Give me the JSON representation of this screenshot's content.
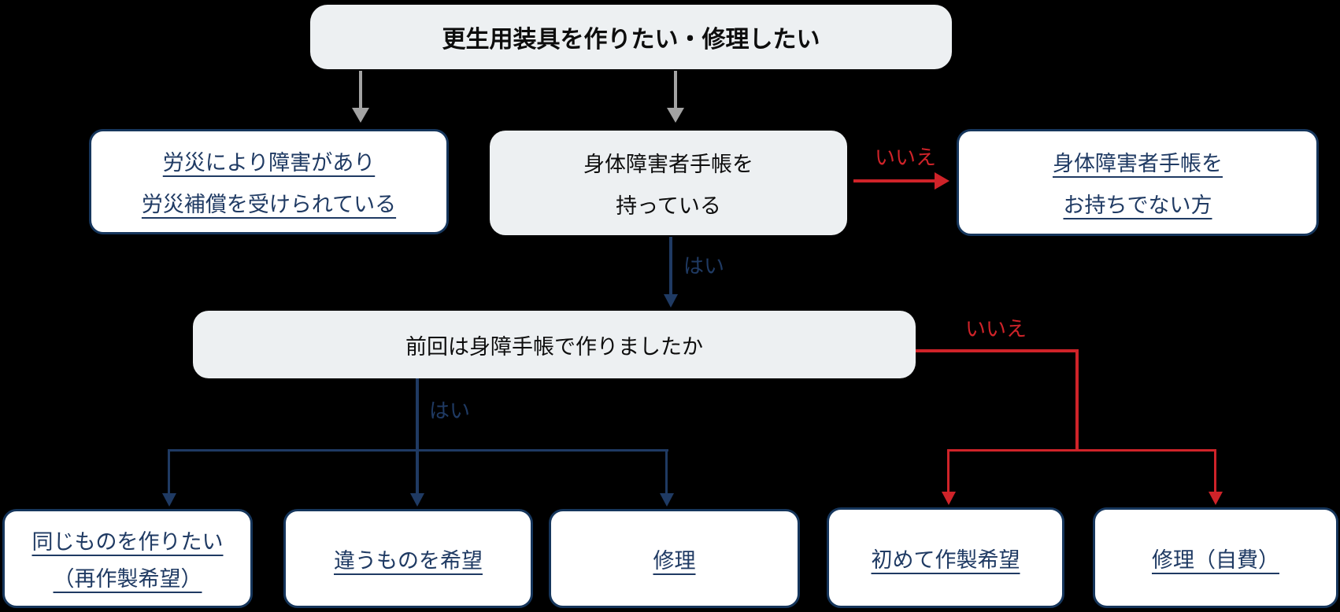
{
  "diagram_title": "更生用装具を作りたい・修理したい",
  "colors": {
    "navy": "#1f3a63",
    "red": "#cf2329",
    "gray_box_fill": "#edf0f2",
    "gray_arrow": "#a3a3a3",
    "link_border": "#16365c",
    "background": "#000000"
  },
  "nodes": {
    "start": {
      "label": "更生用装具を作りたい・修理したい"
    },
    "rosai": {
      "line1": "労災により障害があり",
      "line2": "労災補償を受けられている"
    },
    "techo": {
      "line1": "身体障害者手帳を",
      "line2": "持っている"
    },
    "no_techo": {
      "line1": "身体障害者手帳を",
      "line2": "お持ちでない方"
    },
    "previous": {
      "label": "前回は身障手帳で作りましたか"
    },
    "same": {
      "line1": "同じものを作りたい",
      "line2": "（再作製希望）"
    },
    "different": {
      "label": "違うものを希望"
    },
    "repair": {
      "label": "修理"
    },
    "first_time": {
      "label": "初めて作製希望"
    },
    "repair_self": {
      "label": "修理（自費）"
    }
  },
  "edge_labels": {
    "techo_no": "いいえ",
    "techo_yes": "はい",
    "previous_yes": "はい",
    "previous_no": "いいえ"
  },
  "edges": [
    {
      "from": "start",
      "to": "rosai",
      "label": "",
      "color": "gray"
    },
    {
      "from": "start",
      "to": "techo",
      "label": "",
      "color": "gray"
    },
    {
      "from": "techo",
      "to": "no_techo",
      "label": "いいえ",
      "color": "red"
    },
    {
      "from": "techo",
      "to": "previous",
      "label": "はい",
      "color": "navy"
    },
    {
      "from": "previous",
      "to": "same",
      "label": "はい",
      "color": "navy"
    },
    {
      "from": "previous",
      "to": "different",
      "label": "はい",
      "color": "navy"
    },
    {
      "from": "previous",
      "to": "repair",
      "label": "はい",
      "color": "navy"
    },
    {
      "from": "previous",
      "to": "first_time",
      "label": "いいえ",
      "color": "red"
    },
    {
      "from": "previous",
      "to": "repair_self",
      "label": "いいえ",
      "color": "red"
    }
  ]
}
